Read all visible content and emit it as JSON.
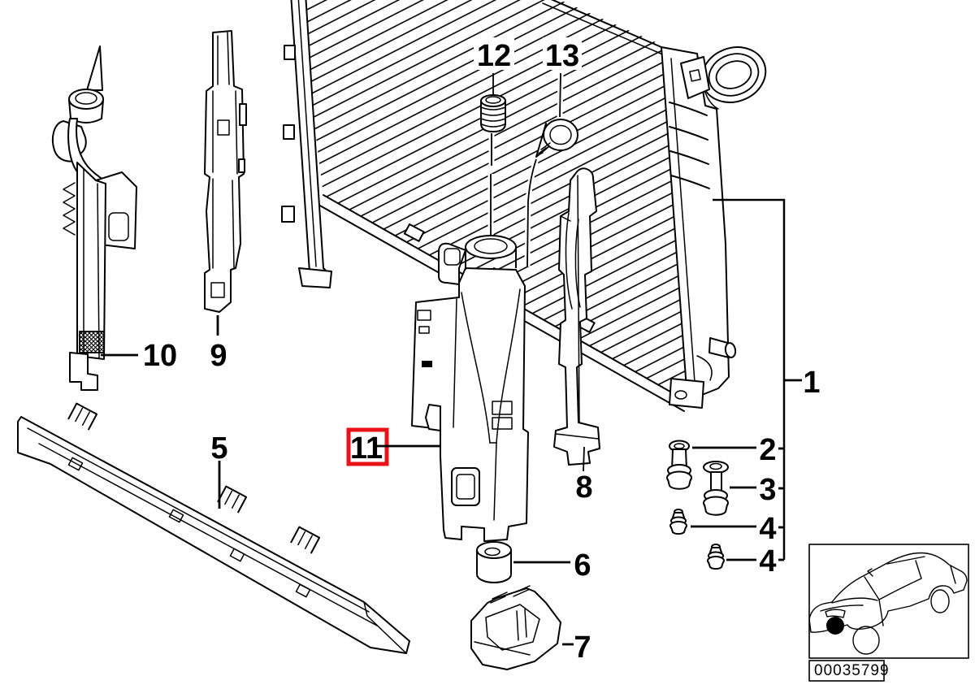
{
  "diagram": {
    "title": "radiator-mounting-parts-exploded-diagram",
    "callouts": {
      "c1": "1",
      "c2": "2",
      "c3": "3",
      "c4a": "4",
      "c4b": "4",
      "c5": "5",
      "c6": "6",
      "c7": "7",
      "c8": "8",
      "c9": "9",
      "c10": "10",
      "c11": "11",
      "c12": "12",
      "c13": "13"
    },
    "highlight": {
      "label": "11",
      "color": "#e8121a"
    },
    "thumbnail": {
      "code": "00035799",
      "icon": "car-silhouette"
    },
    "colors": {
      "line": "#000000",
      "background": "#ffffff"
    }
  }
}
